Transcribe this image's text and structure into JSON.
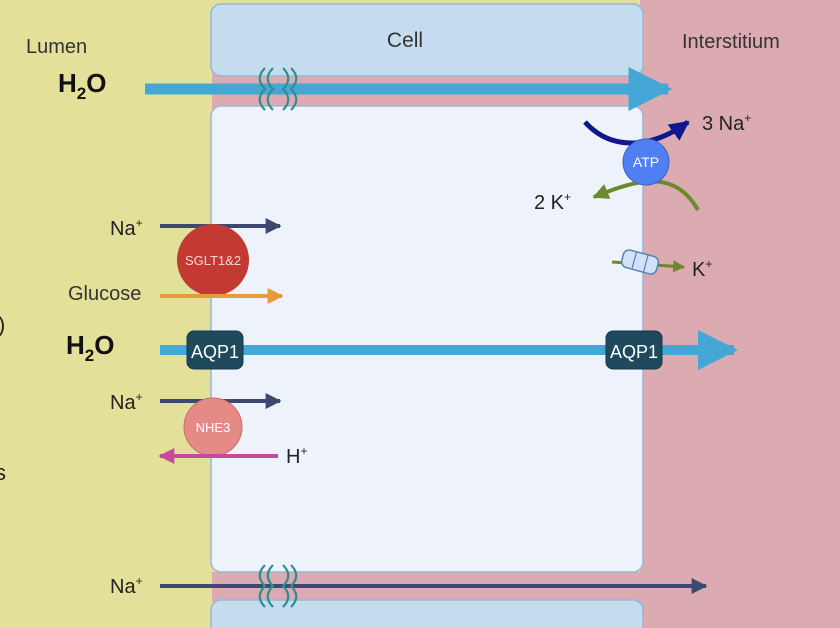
{
  "regions": {
    "lumen": "Lumen",
    "cell": "Cell",
    "interstitium": "Interstitium"
  },
  "labels": {
    "water_top": {
      "main": "H",
      "sub": "2",
      "tail": "O"
    },
    "water_mid": {
      "main": "H",
      "sub": "2",
      "tail": "O"
    },
    "na_sglt": {
      "main": "Na",
      "sup": "+"
    },
    "glucose": "Glucose",
    "na_nhe": {
      "main": "Na",
      "sup": "+"
    },
    "h_ion": {
      "main": "H",
      "sup": "+"
    },
    "na_bottom": {
      "main": "Na",
      "sup": "+"
    },
    "na_pump": {
      "main": "3 Na",
      "sup": "+"
    },
    "k_pump": {
      "main": "2 K",
      "sup": "+"
    },
    "k_channel": {
      "main": "K",
      "sup": "+"
    },
    "edge_left_1": ")",
    "edge_left_2": "s"
  },
  "transporters": {
    "sglt": "SGLT1&2",
    "nhe": "NHE3",
    "aqp_apical": "AQP1",
    "aqp_basal": "AQP1",
    "atpase": "ATP"
  },
  "colors": {
    "lumen": "#e3e09a",
    "interstitium": "#dcaab1",
    "cell_body": "#eef2fa",
    "cell_cap": "#c5dcef",
    "cell_border": "#9ab6d6",
    "water_arrow": "#45a7d6",
    "sodium_arrow": "#3c4a72",
    "glucose_arrow": "#e59a3c",
    "proton_arrow": "#c84a9a",
    "potassium_arrow": "#6c8a2c",
    "pump_arrow": "#10168c",
    "sglt_fill": "#c23a32",
    "nhe_fill": "#e58a86",
    "aqp_fill": "#1f4a5e",
    "atp_fill": "#4f7ff0",
    "channel_fill": "#cfe2f6",
    "pore": "#2e8f8f"
  }
}
